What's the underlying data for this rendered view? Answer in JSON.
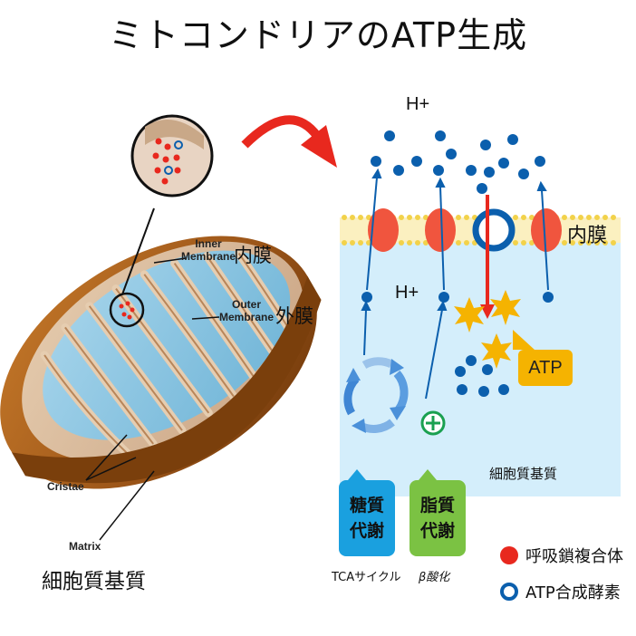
{
  "title": "ミトコンドリアのATP生成",
  "labels": {
    "inner_en_1": "Inner",
    "inner_en_2": "Membrane",
    "inner_jp": "内膜",
    "outer_en_1": "Outer",
    "outer_en_2": "Membrane",
    "outer_jp": "外膜",
    "cristae_en": "Cristae",
    "matrix_en": "Matrix",
    "matrix_jp_left": "細胞質基質",
    "hplus_top": "H+",
    "hplus_mid": "H+",
    "membrane_jp_right": "内膜",
    "matrix_jp_right": "細胞質基質",
    "atp": "ATP",
    "sugar_1": "糖質",
    "sugar_2": "代謝",
    "lipid_1": "脂質",
    "lipid_2": "代謝",
    "tca": "TCAサイクル",
    "beta": "β酸化"
  },
  "legend": [
    {
      "label": "呼吸鎖複合体",
      "color": "#e8281e",
      "shape": "filled-circle"
    },
    {
      "label": "ATP合成酵素",
      "color": "#0b5fad",
      "shape": "ring"
    }
  ],
  "colors": {
    "red": "#e8281e",
    "blue": "#0b5fad",
    "membrane_yellow": "#f2d24a",
    "matrix_bg": "#d4eefb",
    "sugar_box": "#1aa0df",
    "lipid_box": "#7bc243",
    "atp_gold": "#f5b301",
    "plus_green": "#1aa050"
  }
}
